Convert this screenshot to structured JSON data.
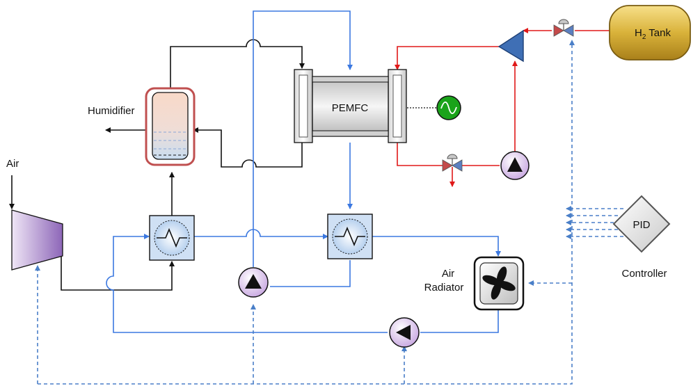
{
  "labels": {
    "pemfc": "PEMFC",
    "humidifier": "Humidifier",
    "air": "Air",
    "air_radiator_line1": "Air",
    "air_radiator_line2": "Radiator",
    "pid": "PID",
    "controller": "Controller",
    "tank_prefix": "H",
    "tank_subscript": "2",
    "tank_suffix": " Tank"
  },
  "colors": {
    "air_line": "#111111",
    "coolant_line": "#3b78e0",
    "hydrogen_line": "#e01818",
    "control_line": "#4a7fc8",
    "tank_fill": "#d8b23a",
    "generator": "#1aa31a"
  },
  "icons": {
    "compressor": "compressor-icon",
    "humidifier": "humidifier-tank-icon",
    "heat_exchanger": "heat-exchanger-icon",
    "pump": "pump-icon",
    "valve": "valve-icon",
    "fan": "radiator-fan-icon",
    "generator": "ac-generator-icon",
    "ejector": "ejector-icon",
    "tank": "hydrogen-tank-icon",
    "pid": "pid-controller-icon"
  }
}
